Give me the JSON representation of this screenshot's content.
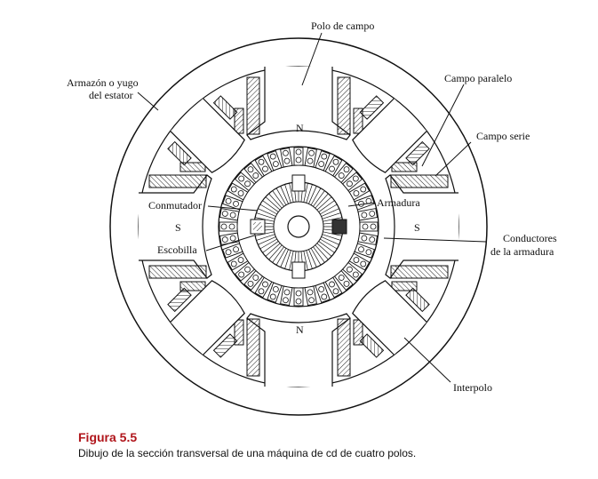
{
  "figure": {
    "number": "Figura 5.5",
    "caption": "Dibujo de la sección transversal de una máquina de cd de cuatro polos."
  },
  "labels": {
    "field_pole": "Polo de campo",
    "yoke_line1": "Armazón o yugo",
    "yoke_line2": "del estator",
    "shunt_field": "Campo paralelo",
    "series_field": "Campo serie",
    "commutator": "Conmutador",
    "armature": "Armadura",
    "brush": "Escobilla",
    "conductors_line1": "Conductores",
    "conductors_line2": "de la armadura",
    "interpole": "Interpolo"
  },
  "poles": {
    "top": "N",
    "bottom": "N",
    "left": "S",
    "right": "S"
  },
  "colors": {
    "line": "#111111",
    "caption_accent": "#b0151b"
  }
}
